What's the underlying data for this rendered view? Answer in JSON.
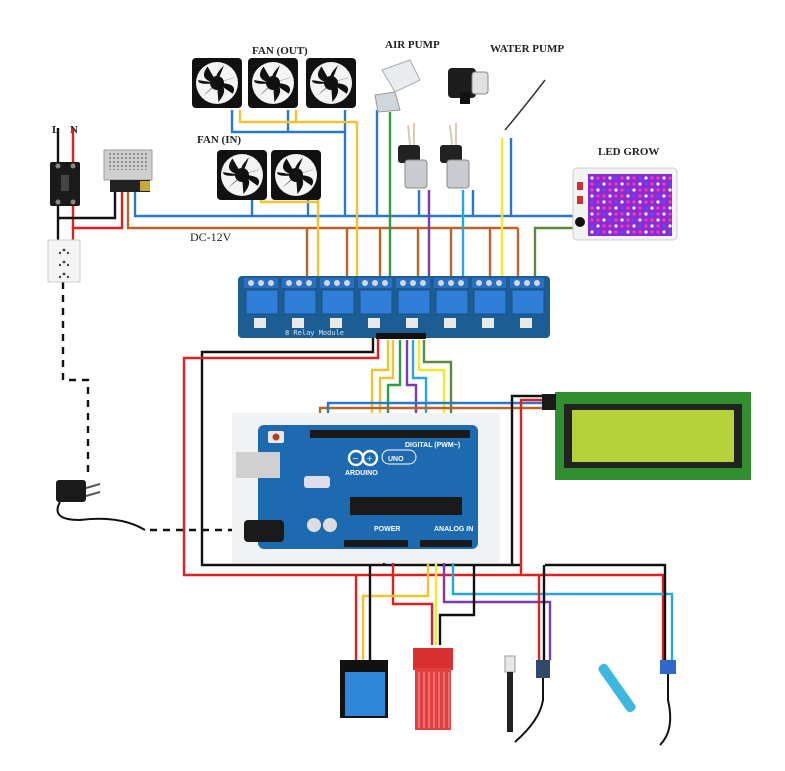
{
  "diagram": {
    "type": "wiring-diagram",
    "labels": {
      "fan_out": "FAN (OUT)",
      "fan_in": "FAN (IN)",
      "air_pump": "AIR PUMP",
      "water_pump": "WATER PUMP",
      "led_grow": "LED GROW",
      "dc_bus": "DC-12V",
      "live": "L",
      "neutral": "N",
      "relay_module": "8 Relay Module",
      "arduino_brand": "ARDUINO",
      "arduino_model": "UNO",
      "digital_header": "DIGITAL (PWM~)",
      "power_header": "POWER",
      "analog_header": "ANALOG IN"
    },
    "components": [
      {
        "id": "breaker",
        "name": "Circuit breaker"
      },
      {
        "id": "socket",
        "name": "Wall socket"
      },
      {
        "id": "psu",
        "name": "12V switching power supply"
      },
      {
        "id": "adapter",
        "name": "DC wall adapter"
      },
      {
        "id": "fan-out",
        "name": "Exhaust fans",
        "count": 3
      },
      {
        "id": "fan-in",
        "name": "Intake fans",
        "count": 2
      },
      {
        "id": "air-pump",
        "name": "Air pump"
      },
      {
        "id": "water-pump",
        "name": "Water pump"
      },
      {
        "id": "dosing-pump",
        "name": "Peristaltic dosing pumps",
        "count": 2
      },
      {
        "id": "led-grow",
        "name": "LED grow light"
      },
      {
        "id": "relay",
        "name": "8-channel relay module",
        "channels": 8
      },
      {
        "id": "arduino",
        "name": "Arduino UNO"
      },
      {
        "id": "lcd",
        "name": "20x4 LCD with I2C backpack"
      },
      {
        "id": "dht",
        "name": "Temperature/humidity sensor"
      },
      {
        "id": "water-level",
        "name": "Water level sensor"
      },
      {
        "id": "ec-probe",
        "name": "EC / TDS probe"
      },
      {
        "id": "ph-probe",
        "name": "pH probe"
      }
    ],
    "wire_colors": {
      "gnd": "#111111",
      "vcc": "#e02020",
      "dc12": "#b8642a",
      "common": "#2a78c8",
      "sig_yellow": "#f2c230",
      "sig_bright_yellow": "#f5e82a",
      "sig_green": "#2aa040",
      "sig_dark_green": "#5b8a3a",
      "sig_purple": "#7a3ab0",
      "sig_cyan": "#29a8d8"
    }
  }
}
